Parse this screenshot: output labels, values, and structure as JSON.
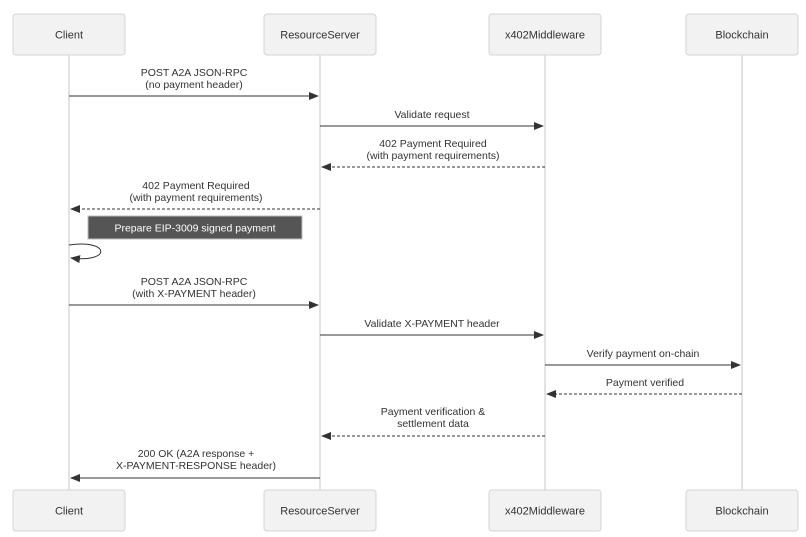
{
  "participants": [
    "Client",
    "ResourceServer",
    "x402Middleware",
    "Blockchain"
  ],
  "messages": [
    {
      "from": 0,
      "to": 1,
      "style": "solid",
      "lines": [
        "POST A2A JSON-RPC",
        "(no payment header)"
      ]
    },
    {
      "from": 1,
      "to": 2,
      "style": "solid",
      "lines": [
        "Validate request"
      ]
    },
    {
      "from": 2,
      "to": 1,
      "style": "dashed",
      "lines": [
        "402 Payment Required",
        "(with payment requirements)"
      ]
    },
    {
      "from": 1,
      "to": 0,
      "style": "dashed",
      "lines": [
        "402 Payment Required",
        "(with payment requirements)"
      ]
    },
    {
      "from": 0,
      "to": 0,
      "style": "self",
      "lines": []
    },
    {
      "from": 0,
      "to": 1,
      "style": "solid",
      "lines": [
        "POST A2A JSON-RPC",
        "(with X-PAYMENT header)"
      ]
    },
    {
      "from": 1,
      "to": 2,
      "style": "solid",
      "lines": [
        "Validate X-PAYMENT header"
      ]
    },
    {
      "from": 2,
      "to": 3,
      "style": "solid",
      "lines": [
        "Verify payment on-chain"
      ]
    },
    {
      "from": 3,
      "to": 2,
      "style": "dashed",
      "lines": [
        "Payment verified"
      ]
    },
    {
      "from": 2,
      "to": 1,
      "style": "dashed",
      "lines": [
        "Payment verification &",
        "settlement data"
      ]
    },
    {
      "from": 1,
      "to": 0,
      "style": "solid",
      "lines": [
        "200 OK (A2A response +",
        "X-PAYMENT-RESPONSE header)"
      ]
    }
  ],
  "note": {
    "text": "Prepare EIP-3009 signed payment"
  }
}
